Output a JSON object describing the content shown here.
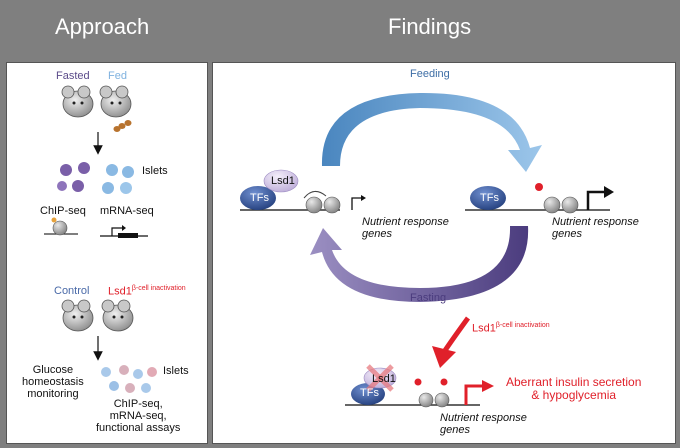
{
  "headers": {
    "approach": "Approach",
    "findings": "Findings"
  },
  "approach": {
    "fasted": "Fasted",
    "fed": "Fed",
    "islets_top": "Islets",
    "chip_seq": "ChIP-seq",
    "mrna_seq": "mRNA-seq",
    "control": "Control",
    "lsd1_main": "Lsd1",
    "lsd1_sup": "β-cell inactivation",
    "glucose_lines": [
      "Glucose",
      "homeostasis",
      "monitoring"
    ],
    "islets_bottom": "Islets",
    "assays_lines": [
      "ChIP-seq,",
      "mRNA-seq,",
      "functional assays"
    ]
  },
  "findings": {
    "feeding": "Feeding",
    "fasting": "Fasting",
    "lsd1": "Lsd1",
    "tfs": "TFs",
    "nutrient_lines": [
      "Nutrient response",
      "genes"
    ],
    "inact_main": "Lsd1",
    "inact_sup": "β-cell inactivation",
    "aberrant_lines": [
      "Aberrant insulin secretion",
      "& hypoglycemia"
    ]
  },
  "colors": {
    "fasted": "#5b4b8a",
    "fed": "#7fb2df",
    "red": "#e0202a",
    "feed_arrow": "#6fa6d6",
    "fast_arrow": "#6b5a98",
    "tfs": "#2f4f91"
  }
}
